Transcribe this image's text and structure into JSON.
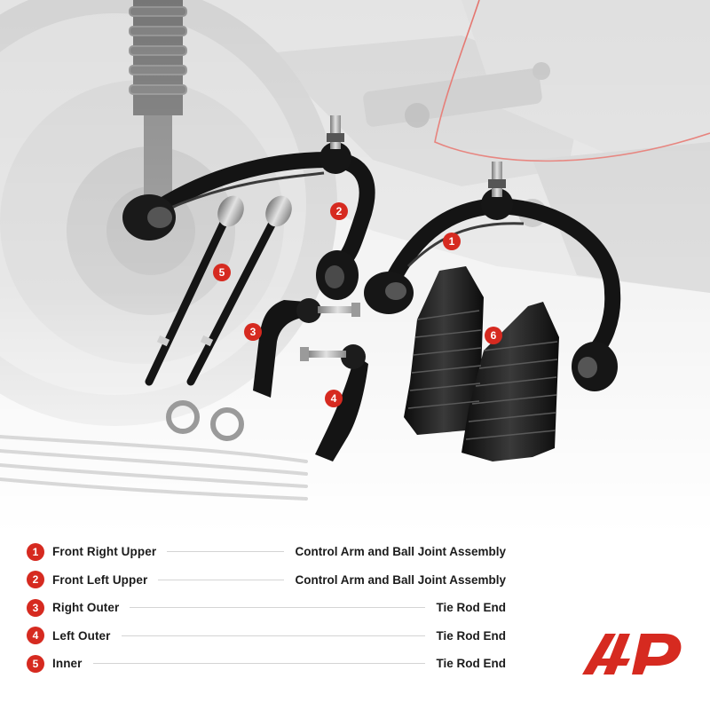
{
  "callouts": [
    "1",
    "2",
    "3",
    "4",
    "5",
    "6"
  ],
  "legend": [
    {
      "num": "1",
      "label": "Front Right Upper",
      "desc": "Control Arm and Ball Joint Assembly"
    },
    {
      "num": "2",
      "label": "Front Left Upper",
      "desc": "Control Arm and Ball Joint Assembly"
    },
    {
      "num": "3",
      "label": "Right Outer",
      "desc": "Tie Rod End"
    },
    {
      "num": "4",
      "label": "Left Outer",
      "desc": "Tie Rod End"
    },
    {
      "num": "5",
      "label": "Inner",
      "desc": "Tie Rod End"
    }
  ],
  "brand": {
    "logo": "A-Premium logo",
    "accent": "#d62a20"
  }
}
